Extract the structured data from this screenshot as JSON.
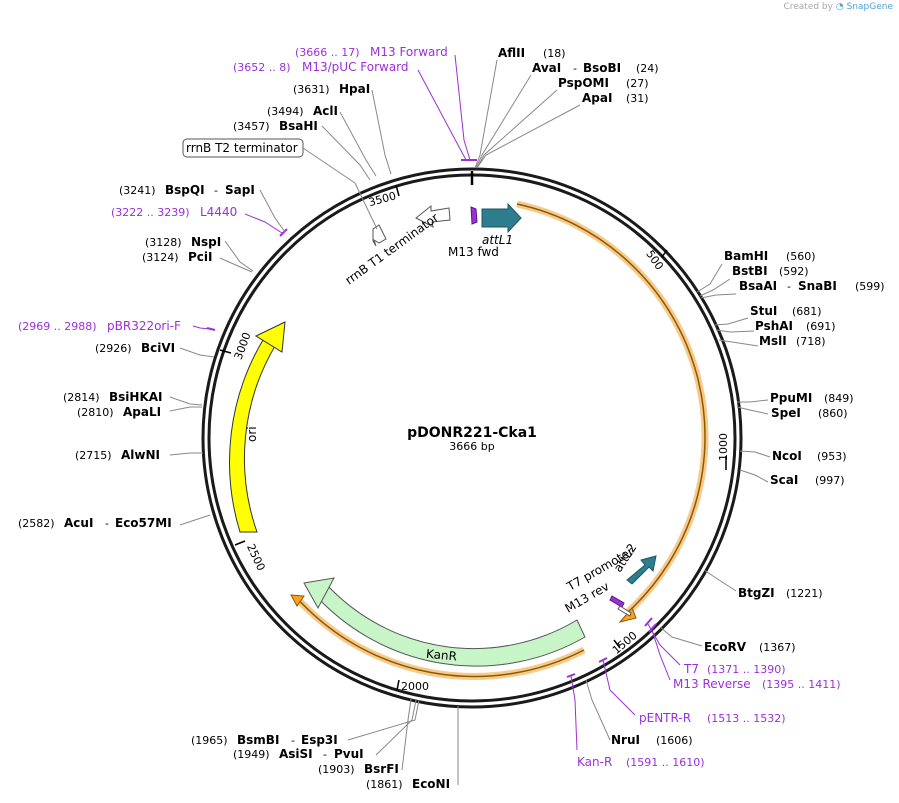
{
  "credit": {
    "prefix": "Created by",
    "brand": "SnapGene"
  },
  "plasmid": {
    "name": "pDONR221-Cka1",
    "length": "3666 bp"
  },
  "ticks": [
    "500",
    "1000",
    "1500",
    "2000",
    "2500",
    "3000",
    "3500"
  ],
  "sites": [
    {
      "name": "AflII",
      "pos": "(18)"
    },
    {
      "name": "AvaI",
      "sep": "-",
      "name2": "BsoBI",
      "pos": "(24)"
    },
    {
      "name": "PspOMI",
      "pos": "(27)"
    },
    {
      "name": "ApaI",
      "pos": "(31)"
    },
    {
      "name": "BamHI",
      "pos": "(560)"
    },
    {
      "name": "BstBI",
      "pos": "(592)"
    },
    {
      "name": "BsaAI",
      "sep": "-",
      "name2": "SnaBI",
      "pos": "(599)"
    },
    {
      "name": "StuI",
      "pos": "(681)"
    },
    {
      "name": "PshAI",
      "pos": "(691)"
    },
    {
      "name": "MslI",
      "pos": "(718)"
    },
    {
      "name": "PpuMI",
      "pos": "(849)"
    },
    {
      "name": "SpeI",
      "pos": "(860)"
    },
    {
      "name": "NcoI",
      "pos": "(953)"
    },
    {
      "name": "ScaI",
      "pos": "(997)"
    },
    {
      "name": "BtgZI",
      "pos": "(1221)"
    },
    {
      "name": "EcoRV",
      "pos": "(1367)"
    },
    {
      "name": "NruI",
      "pos": "(1606)"
    },
    {
      "name": "EcoNI",
      "pos": "(1861)"
    },
    {
      "name": "BsrFI",
      "pos": "(1903)"
    },
    {
      "name": "AsiSI",
      "sep": "-",
      "name2": "PvuI",
      "pos": "(1949)"
    },
    {
      "name": "BsmBI",
      "sep": "-",
      "name2": "Esp3I",
      "pos": "(1965)"
    },
    {
      "name": "AcuI",
      "sep": "-",
      "name2": "Eco57MI",
      "pos": "(2582)"
    },
    {
      "name": "AlwNI",
      "pos": "(2715)"
    },
    {
      "name": "ApaLI",
      "pos": "(2810)"
    },
    {
      "name": "BsiHKAI",
      "pos": "(2814)"
    },
    {
      "name": "BciVI",
      "pos": "(2926)"
    },
    {
      "name": "PciI",
      "pos": "(3124)"
    },
    {
      "name": "NspI",
      "pos": "(3128)"
    },
    {
      "name": "BspQI",
      "sep": "-",
      "name2": "SapI",
      "pos": "(3241)"
    },
    {
      "name": "BsaHI",
      "pos": "(3457)"
    },
    {
      "name": "AclI",
      "pos": "(3494)"
    },
    {
      "name": "HpaI",
      "pos": "(3631)"
    }
  ],
  "primers": [
    {
      "name": "M13 Forward",
      "range": "(3666 .. 17)"
    },
    {
      "name": "M13/pUC Forward",
      "range": "(3652 .. 8)"
    },
    {
      "name": "L4440",
      "range": "(3222 .. 3239)"
    },
    {
      "name": "pBR322ori-F",
      "range": "(2969 .. 2988)"
    },
    {
      "name": "T7",
      "range": "(1371 .. 1390)"
    },
    {
      "name": "M13 Reverse",
      "range": "(1395 .. 1411)"
    },
    {
      "name": "pENTR-R",
      "range": "(1513 .. 1532)"
    },
    {
      "name": "Kan-R",
      "range": "(1591 .. 1610)"
    }
  ],
  "features": {
    "rrnB_T2": "rrnB T2 terminator",
    "rrnB_T1": "rrnB T1 terminator",
    "attL1": "attL1",
    "m13fwd": "M13 fwd",
    "t7promoter": "T7 promoter",
    "m13rev": "M13 rev",
    "attL2": "attL2",
    "ori": "ori",
    "kanR": "KanR"
  },
  "colors": {
    "primer": "#9b30d8",
    "attL": "#2e7d8e",
    "ori": "#ffff00",
    "kanR": "#c8f5c8",
    "orangeGlow": "#f7c98b",
    "orangeLine": "#8a5a00",
    "backbone": "#1a1a1a"
  }
}
